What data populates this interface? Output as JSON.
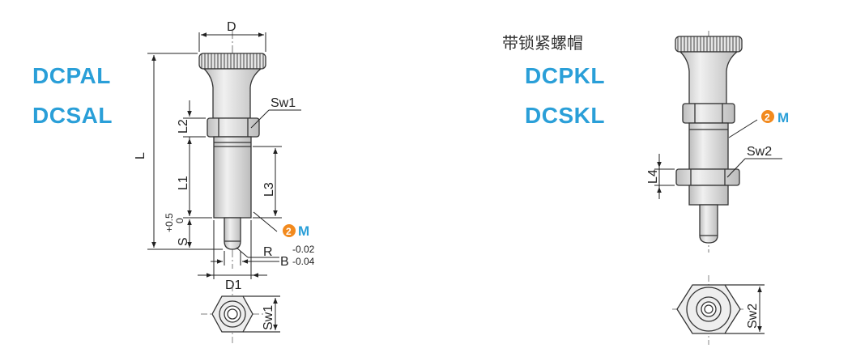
{
  "colors": {
    "model_blue": "#2a9fd8",
    "badge_orange": "#f28a1e",
    "outline": "#333333",
    "metal": "#d9d9d9"
  },
  "left": {
    "models": [
      "DCPAL",
      "DCSAL"
    ],
    "dims": {
      "D": "D",
      "L": "L",
      "L2": "L2",
      "L1": "L1",
      "L3": "L3",
      "S": "S",
      "S_tol_plus": "+0.5",
      "S_tol_zero": "0",
      "Sw1": "Sw1",
      "R": "R",
      "B": "B",
      "B_tol_upper": "-0.02",
      "B_tol_lower": "-0.04",
      "D1": "D1",
      "Sw1_end": "Sw1"
    },
    "badge": {
      "number": "2",
      "letter": "M"
    }
  },
  "right": {
    "caption": "带锁紧螺帽",
    "models": [
      "DCPKL",
      "DCSKL"
    ],
    "dims": {
      "L4": "L4",
      "Sw2": "Sw2",
      "Sw2_end": "Sw2"
    },
    "badge": {
      "number": "2",
      "letter": "M"
    }
  }
}
